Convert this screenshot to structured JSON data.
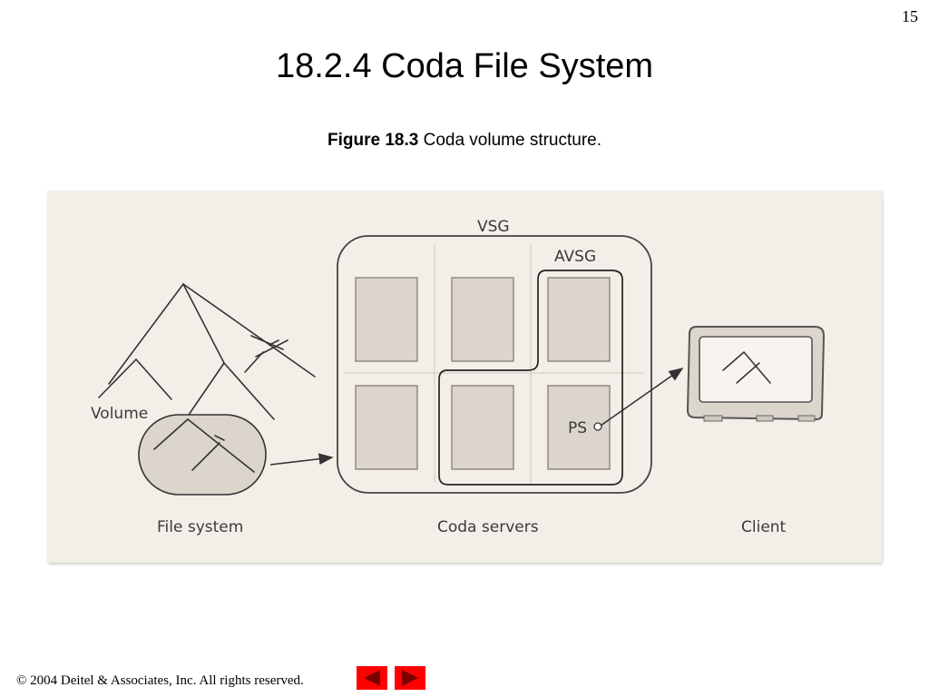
{
  "slide": {
    "page_number": "15",
    "title": "18.2.4 Coda File System",
    "caption_label": "Figure 18.3",
    "caption_text": " Coda volume structure."
  },
  "diagram": {
    "labels": {
      "vsg": "VSG",
      "avsg": "AVSG",
      "volume": "Volume",
      "ps": "PS",
      "file_system": "File system",
      "coda_servers": "Coda servers",
      "client": "Client"
    },
    "colors": {
      "background": "#f3efe8",
      "server_fill": "#dcd5cc",
      "stroke": "#333333"
    }
  },
  "footer": {
    "copyright_symbol": "©",
    "copyright_text": " 2004 Deitel & Associates, Inc.  All rights reserved."
  },
  "navigation": {
    "prev_icon": "left-arrow-icon",
    "next_icon": "right-arrow-icon",
    "button_color": "#ff0000"
  }
}
